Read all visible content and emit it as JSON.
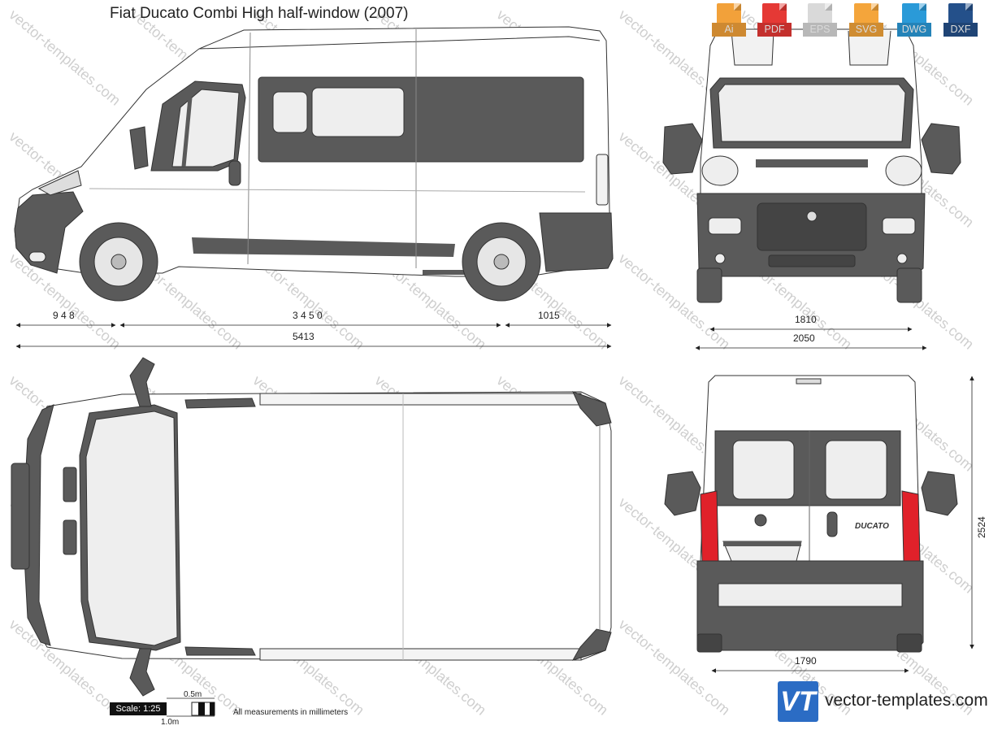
{
  "title": "Fiat Ducato Combi High half-window (2007)",
  "formats": [
    {
      "label": "Ai",
      "color": "#f2a13a"
    },
    {
      "label": "PDF",
      "color": "#e53935"
    },
    {
      "label": "EPS",
      "color": "#d9d9d9"
    },
    {
      "label": "SVG",
      "color": "#f4a53b"
    },
    {
      "label": "DWG",
      "color": "#2a9ad8"
    },
    {
      "label": "DXF",
      "color": "#24508a"
    }
  ],
  "dimensions": {
    "front_overhang": "9 4 8",
    "wheelbase": "3 4 5 0",
    "rear_overhang": "1015",
    "total_length": "5413",
    "front_track": "1810",
    "total_width": "2050",
    "rear_track": "1790",
    "height": "2524"
  },
  "rear_badge": "DUCATO",
  "scale": {
    "label": "Scale: 1:25",
    "half_meter": "0.5m",
    "one_meter": "1.0m",
    "note": "All measurements in millimeters"
  },
  "watermark": "vector-templates.com",
  "brand": {
    "logo_text": "VT",
    "name": "vector-templates.com"
  },
  "colors": {
    "body_gray": "#5a5a5a",
    "window_fill": "#eeeeee",
    "taillight_red": "#e0212a"
  }
}
